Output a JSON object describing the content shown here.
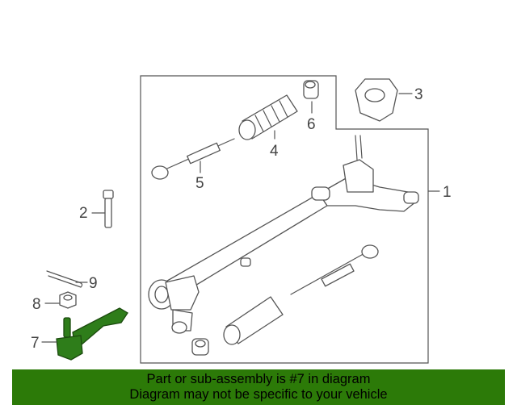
{
  "callouts": [
    "1",
    "2",
    "3",
    "4",
    "5",
    "6",
    "7",
    "8",
    "9"
  ],
  "banner": {
    "line1": "Part or sub-assembly is #7 in diagram",
    "line2": "Diagram may not be specific to your vehicle"
  },
  "colors": {
    "highlight": "#2e7d1a",
    "banner_bg": "#2c7a08",
    "line": "#555555"
  }
}
